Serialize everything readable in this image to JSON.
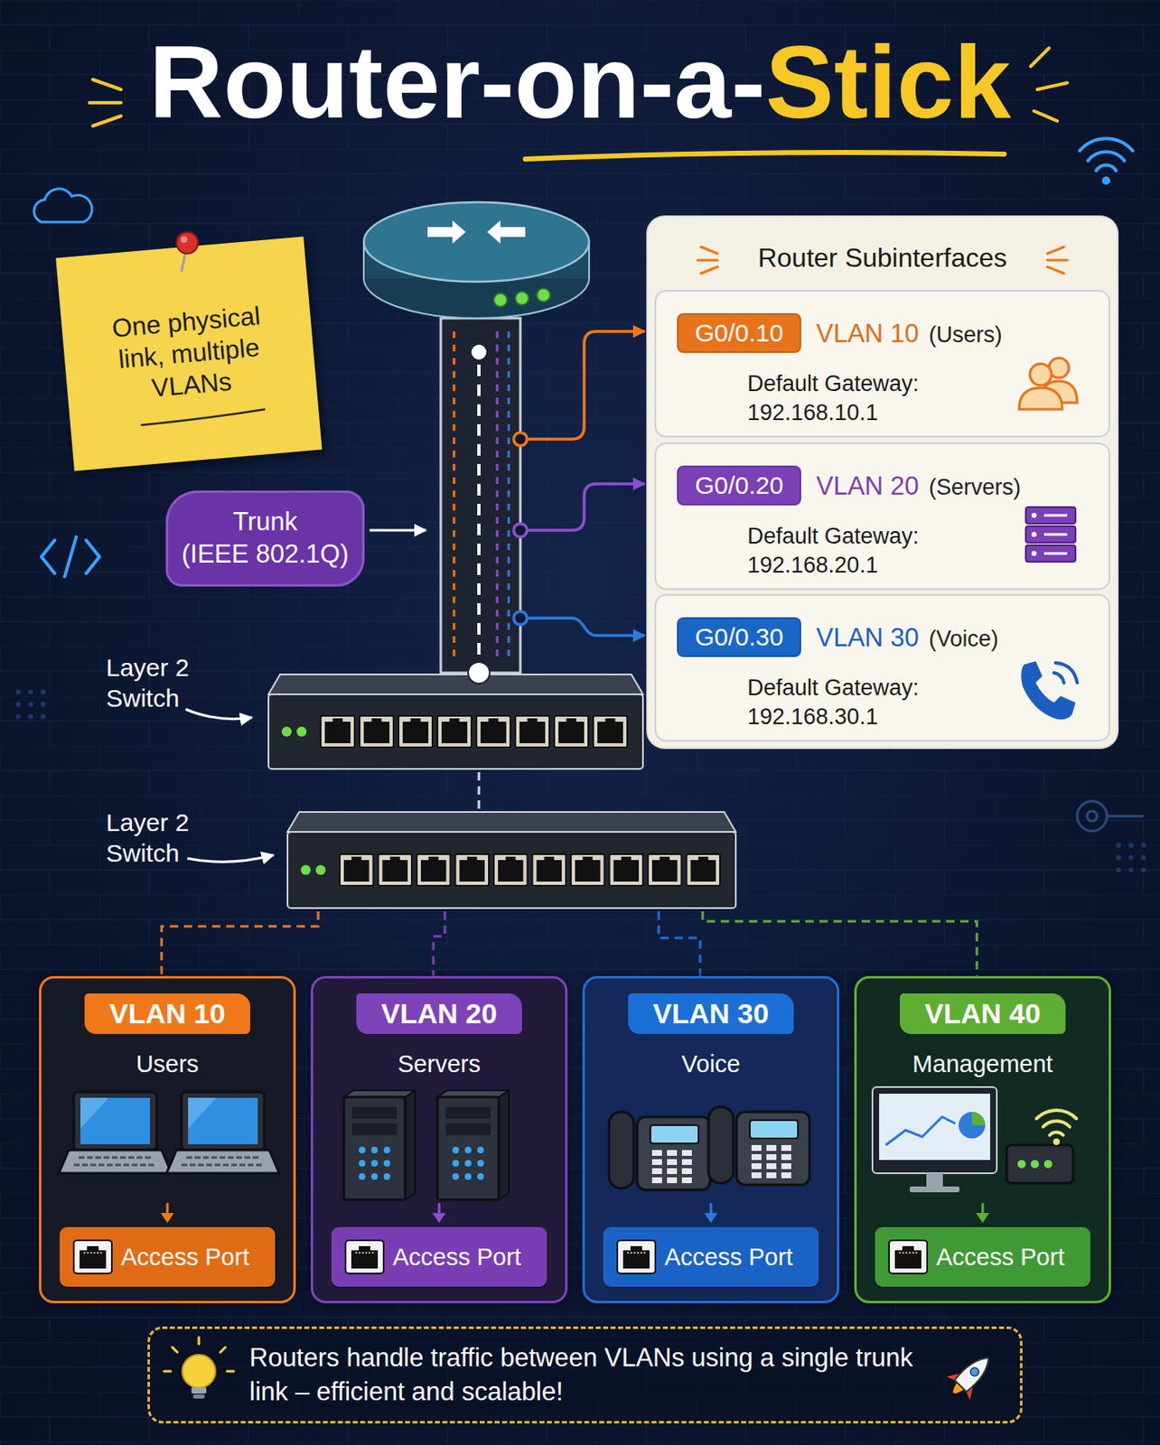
{
  "diagram": {
    "title": "Router-on-a-Stick",
    "nodes": [
      {
        "text": [
          "One physical link, multiple VLANs"
        ]
      },
      {
        "text": [
          "Trunk",
          "(IEEE 802.1Q)"
        ]
      },
      {
        "text": [
          "Router Subinterfaces"
        ]
      },
      {
        "text": [
          "VLAN 10",
          "(Users)",
          "Default Gateway: 192.168.10.1"
        ],
        "in": 2
      },
      {
        "text": [
          "G0/0.10"
        ],
        "in": 3
      },
      {
        "text": [
          "VLAN 20",
          "(Servers)",
          "Default Gateway: 192.168.20.1"
        ],
        "in": 2
      },
      {
        "text": [
          "G0/0.20"
        ],
        "in": 5
      },
      {
        "text": [
          "VLAN 30",
          "(Voice)",
          "Default Gateway: 192.168.30.1"
        ],
        "in": 2
      },
      {
        "text": [
          "G0/0.30"
        ],
        "in": 7
      },
      {
        "text": [
          "Layer 2 Switch"
        ]
      },
      {
        "text": [
          "Layer 2 Switch"
        ]
      },
      {
        "text": [
          "VLAN 10",
          "Users"
        ]
      },
      {
        "text": [
          "Access Port"
        ],
        "in": 11
      },
      {
        "text": [
          "VLAN 20",
          "Servers"
        ]
      },
      {
        "text": [
          "Access Port"
        ],
        "in": 13
      },
      {
        "text": [
          "VLAN 30",
          "Voice"
        ]
      },
      {
        "text": [
          "Access Port"
        ],
        "in": 15
      },
      {
        "text": [
          "VLAN 40",
          "Management"
        ]
      },
      {
        "text": [
          "Access Port"
        ],
        "in": 17
      },
      {
        "text": [
          "Routers handle traffic between VLANs using a single trunk link – efficient and scalable!"
        ]
      }
    ],
    "edges": [
      {
        "from": 9,
        "to": 10,
        "arrow": "none"
      },
      {
        "from": 10,
        "to": 11,
        "arrow": "none"
      },
      {
        "from": 10,
        "to": 13,
        "arrow": "none"
      },
      {
        "from": 10,
        "to": 15,
        "arrow": "none"
      },
      {
        "from": 10,
        "to": 17,
        "arrow": "none"
      }
    ]
  }
}
